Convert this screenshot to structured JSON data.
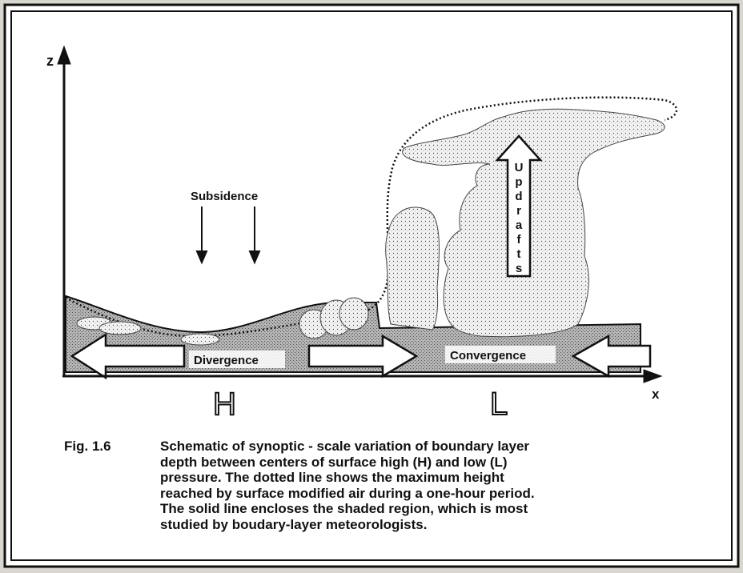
{
  "diagram": {
    "axis_z": "z",
    "axis_x": "x",
    "subsidence": "Subsidence",
    "updrafts_letters": [
      "U",
      "p",
      "d",
      "r",
      "a",
      "f",
      "t",
      "s"
    ],
    "divergence": "Divergence",
    "convergence": "Convergence",
    "high": "H",
    "low": "L"
  },
  "caption": {
    "label": "Fig.  1.6",
    "lines": [
      "Schematic of synoptic - scale variation of boundary layer",
      "depth between centers of surface high (H) and low (L)",
      "pressure.  The dotted line shows the maximum height",
      "reached by surface modified air during a one-hour period.",
      "The solid line encloses the shaded region, which is most",
      "studied by boudary-layer meteorologists."
    ]
  },
  "colors": {
    "background": "#d9d6cf",
    "panel": "#ffffff",
    "ink": "#111111",
    "shade": "#9a9a9a"
  }
}
